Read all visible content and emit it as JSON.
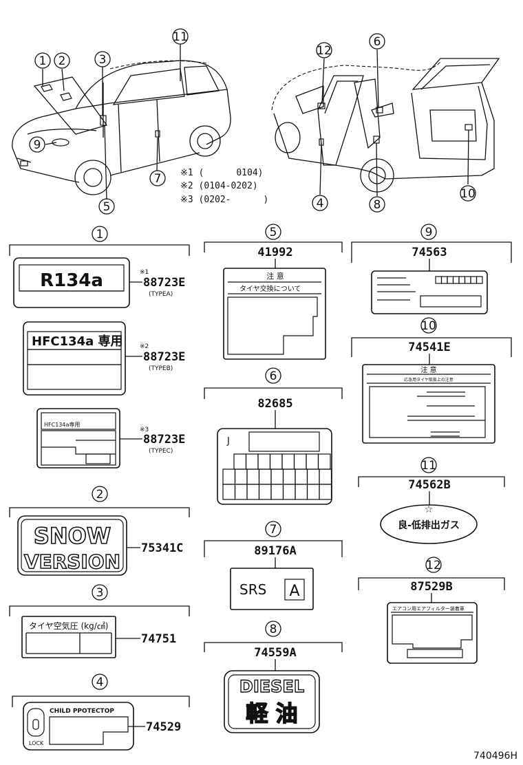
{
  "notes": {
    "n1": "※1 (      0104)",
    "n2": "※2 (0104-0202)",
    "n3": "※3 (0202-      )"
  },
  "callouts": {
    "c1": "1",
    "c2": "2",
    "c3": "3",
    "c4": "4",
    "c5": "5",
    "c6": "6",
    "c7": "7",
    "c8": "8",
    "c9": "9",
    "c10": "10",
    "c11": "11",
    "c12": "12"
  },
  "groups": [
    {
      "id": "1",
      "parts": [
        {
          "part_no": "88723E",
          "mark": "※1",
          "type": "(TYPEA)"
        },
        {
          "part_no": "88723E",
          "mark": "※2",
          "type": "(TYPEB)"
        },
        {
          "part_no": "88723E",
          "mark": "※3",
          "type": "(TYPEC)"
        }
      ]
    },
    {
      "id": "2",
      "part_no": "75341C"
    },
    {
      "id": "3",
      "part_no": "74751"
    },
    {
      "id": "4",
      "part_no": "74529"
    },
    {
      "id": "5",
      "part_no": "41992"
    },
    {
      "id": "6",
      "part_no": "82685"
    },
    {
      "id": "7",
      "part_no": "89176A"
    },
    {
      "id": "8",
      "part_no": "74559A"
    },
    {
      "id": "9",
      "part_no": "74563"
    },
    {
      "id": "10",
      "part_no": "74541E"
    },
    {
      "id": "11",
      "part_no": "74562B"
    },
    {
      "id": "12",
      "part_no": "87529B"
    }
  ],
  "label_text": {
    "r134a": "R134a",
    "hfc134a": "HFC134a 専用",
    "hfc_small": "HFC134a専用",
    "snow": "SNOW",
    "version": "VERSION",
    "tire_pressure": "タイヤ空気圧 (kg/㎠)",
    "child_protector": "CHILD PPOTECTOP",
    "lock": "LOCK",
    "caution": "注 意",
    "tire_change": "タイヤ交換について",
    "caution_10_sub": "応急用タイヤ取扱上の注意",
    "j_mark": "J",
    "srs": "SRS",
    "srs_a": "A",
    "diesel": "DIESEL",
    "keiyu": "軽 油",
    "star": "☆",
    "low_emission": "良-低排出ガス",
    "aircon_filter": "エアコン用エアフィルター装着車"
  },
  "figure_id": "740496H"
}
